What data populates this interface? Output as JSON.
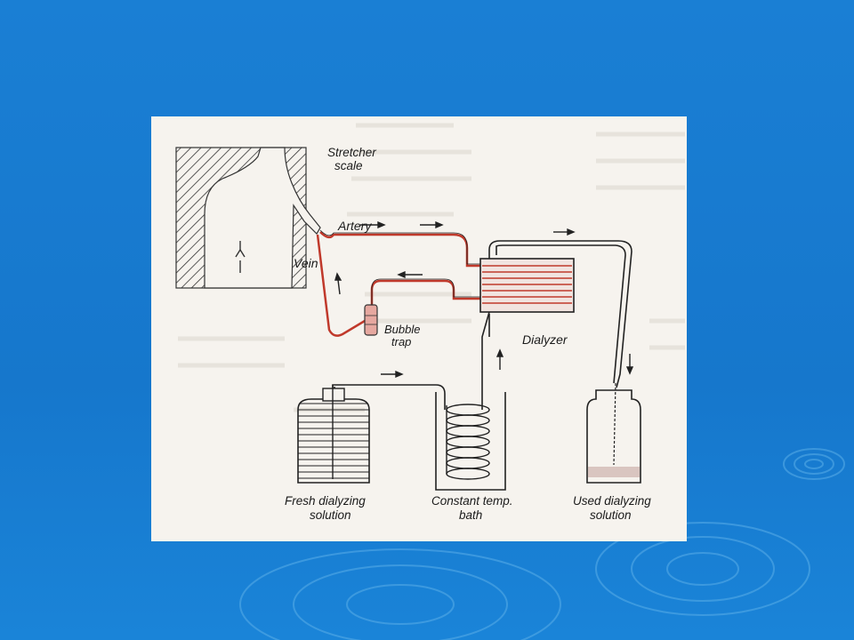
{
  "slide": {
    "background_color": "#1a7fd4",
    "ripple_color": "#5aaee8"
  },
  "diagram": {
    "labels": {
      "stretcher_scale_1": "Stretcher",
      "stretcher_scale_2": "scale",
      "artery": "Artery",
      "vein": "Vein",
      "bubble_trap_1": "Bubble",
      "bubble_trap_2": "trap",
      "dialyzer": "Dialyzer",
      "fresh_1": "Fresh dialyzing",
      "fresh_2": "solution",
      "bath_1": "Constant temp.",
      "bath_2": "bath",
      "used_1": "Used dialyzing",
      "used_2": "solution"
    },
    "blood_color": "#c0392b"
  }
}
